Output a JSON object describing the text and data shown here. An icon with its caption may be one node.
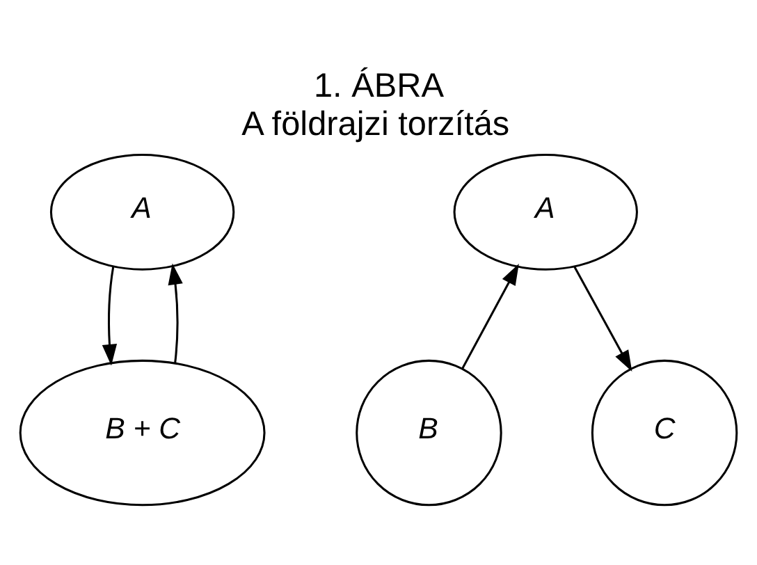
{
  "diagram": {
    "title": "1. ÁBRA",
    "caption": "A földrajzi torzítás",
    "nodes": [
      {
        "text": [
          "A"
        ]
      },
      {
        "text": [
          "B + C"
        ]
      },
      {
        "text": [
          "A"
        ]
      },
      {
        "text": [
          "B"
        ]
      },
      {
        "text": [
          "C"
        ]
      }
    ],
    "edges": [
      {
        "from": 0,
        "to": 1,
        "arrow": "to"
      },
      {
        "from": 1,
        "to": 0,
        "arrow": "to"
      },
      {
        "from": 3,
        "to": 2,
        "arrow": "to"
      },
      {
        "from": 2,
        "to": 4,
        "arrow": "to"
      }
    ]
  }
}
